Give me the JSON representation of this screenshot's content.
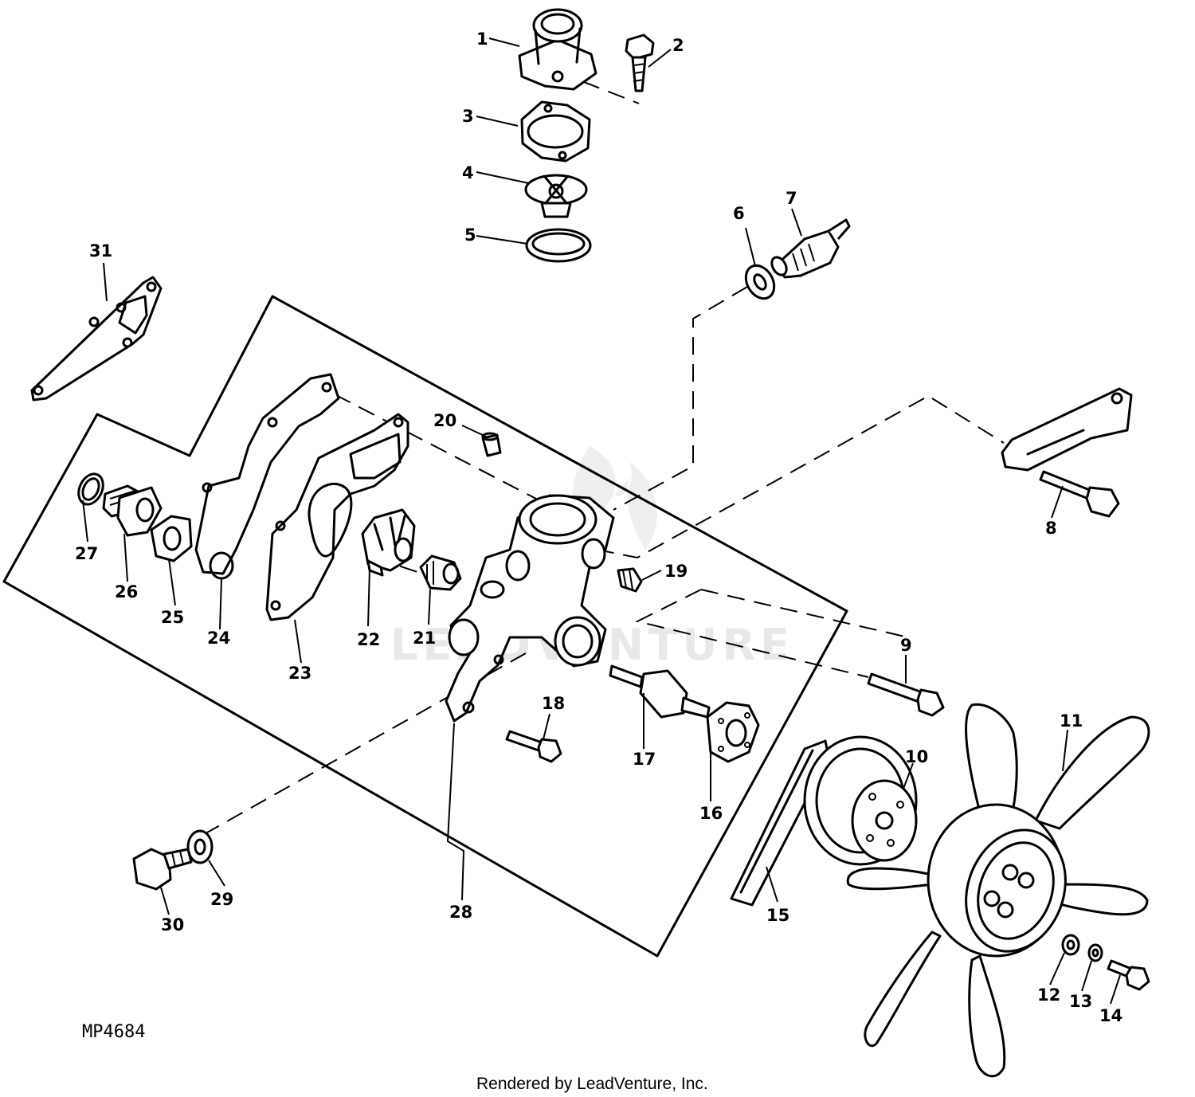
{
  "diagram": {
    "drawing_code": "MP4684",
    "credit": "Rendered by LeadVenture, Inc.",
    "watermark": "LEADVENTURE",
    "callouts": [
      "1",
      "2",
      "3",
      "4",
      "5",
      "6",
      "7",
      "8",
      "9",
      "10",
      "11",
      "12",
      "13",
      "14",
      "15",
      "16",
      "17",
      "18",
      "19",
      "20",
      "21",
      "22",
      "23",
      "24",
      "25",
      "26",
      "27",
      "28",
      "29",
      "30",
      "31"
    ]
  }
}
